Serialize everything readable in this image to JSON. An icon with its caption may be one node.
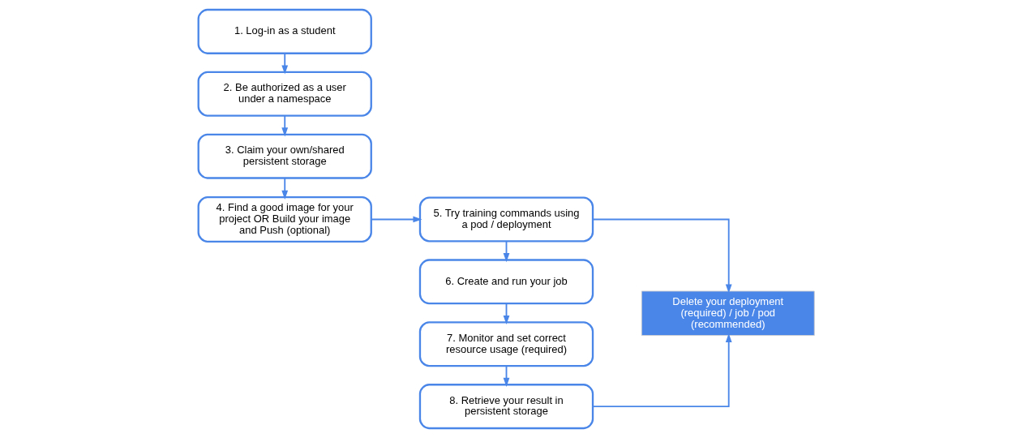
{
  "diagram": {
    "nodes": [
      {
        "text": [
          "1. Log-in as a student"
        ]
      },
      {
        "text": [
          "2. Be authorized as a user under a namespace"
        ]
      },
      {
        "text": [
          "3. Claim your own/shared persistent storage"
        ]
      },
      {
        "text": [
          "4. Find a good image for your project OR Build your image and Push (optional)"
        ]
      },
      {
        "text": [
          "5. Try training commands using a pod / deployment"
        ]
      },
      {
        "text": [
          "6. Create and run your job"
        ]
      },
      {
        "text": [
          "7. Monitor and set correct resource usage (required)"
        ]
      },
      {
        "text": [
          "8. Retrieve your result in persistent storage"
        ]
      },
      {
        "text": [
          "Delete your deployment (required) / job / pod (recommended)"
        ]
      }
    ],
    "edges": [
      {
        "from": 0,
        "to": 1,
        "arrow": "to"
      },
      {
        "from": 1,
        "to": 2,
        "arrow": "to"
      },
      {
        "from": 2,
        "to": 3,
        "arrow": "to"
      },
      {
        "from": 3,
        "to": 4,
        "arrow": "to"
      },
      {
        "from": 4,
        "to": 5,
        "arrow": "to"
      },
      {
        "from": 5,
        "to": 6,
        "arrow": "to"
      },
      {
        "from": 6,
        "to": 7,
        "arrow": "to"
      },
      {
        "from": 7,
        "to": 8,
        "arrow": "to"
      },
      {
        "from": 4,
        "to": 8,
        "arrow": "to"
      }
    ]
  }
}
